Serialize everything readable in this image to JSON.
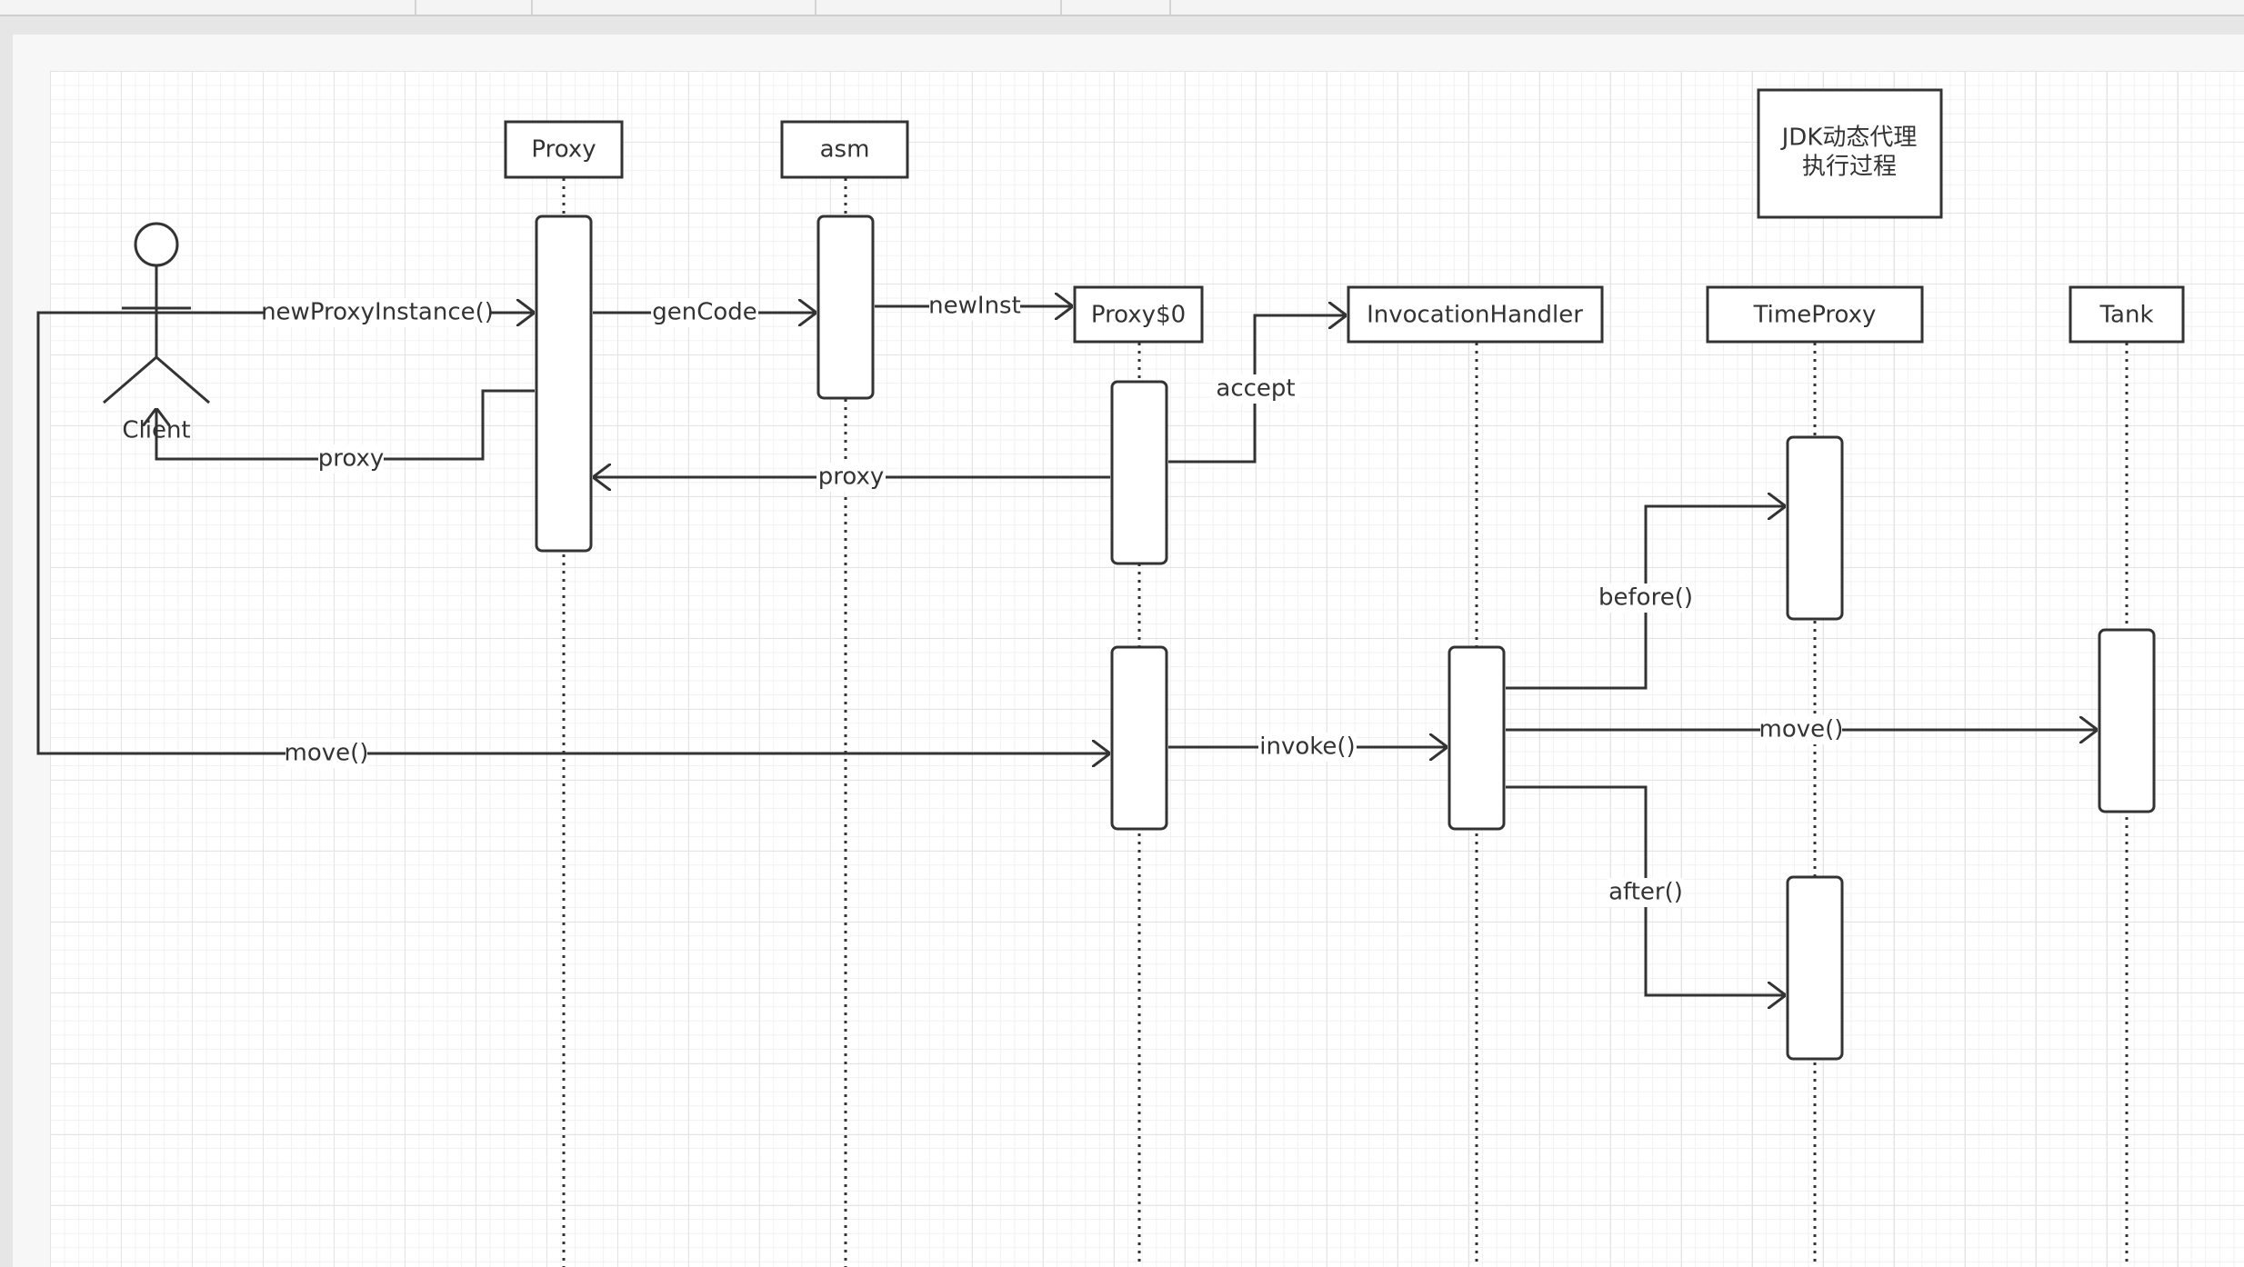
{
  "participants": {
    "client": "Client",
    "proxy": "Proxy",
    "asm": "asm",
    "proxy0": "Proxy$0",
    "handler": "InvocationHandler",
    "timeproxy": "TimeProxy",
    "tank": "Tank"
  },
  "note": {
    "line1": "JDK动态代理",
    "line2": "执行过程"
  },
  "messages": {
    "newProxyInstance": "newProxyInstance()",
    "genCode": "genCode",
    "newInst": "newInst",
    "accept": "accept",
    "proxy_return1": "proxy",
    "proxy_return2": "proxy",
    "move_client": "move()",
    "invoke": "invoke()",
    "before": "before()",
    "move_tank": "move()",
    "after": "after()"
  },
  "colors": {
    "line": "#333333",
    "label": "#333333",
    "box_fill": "#ffffff"
  }
}
